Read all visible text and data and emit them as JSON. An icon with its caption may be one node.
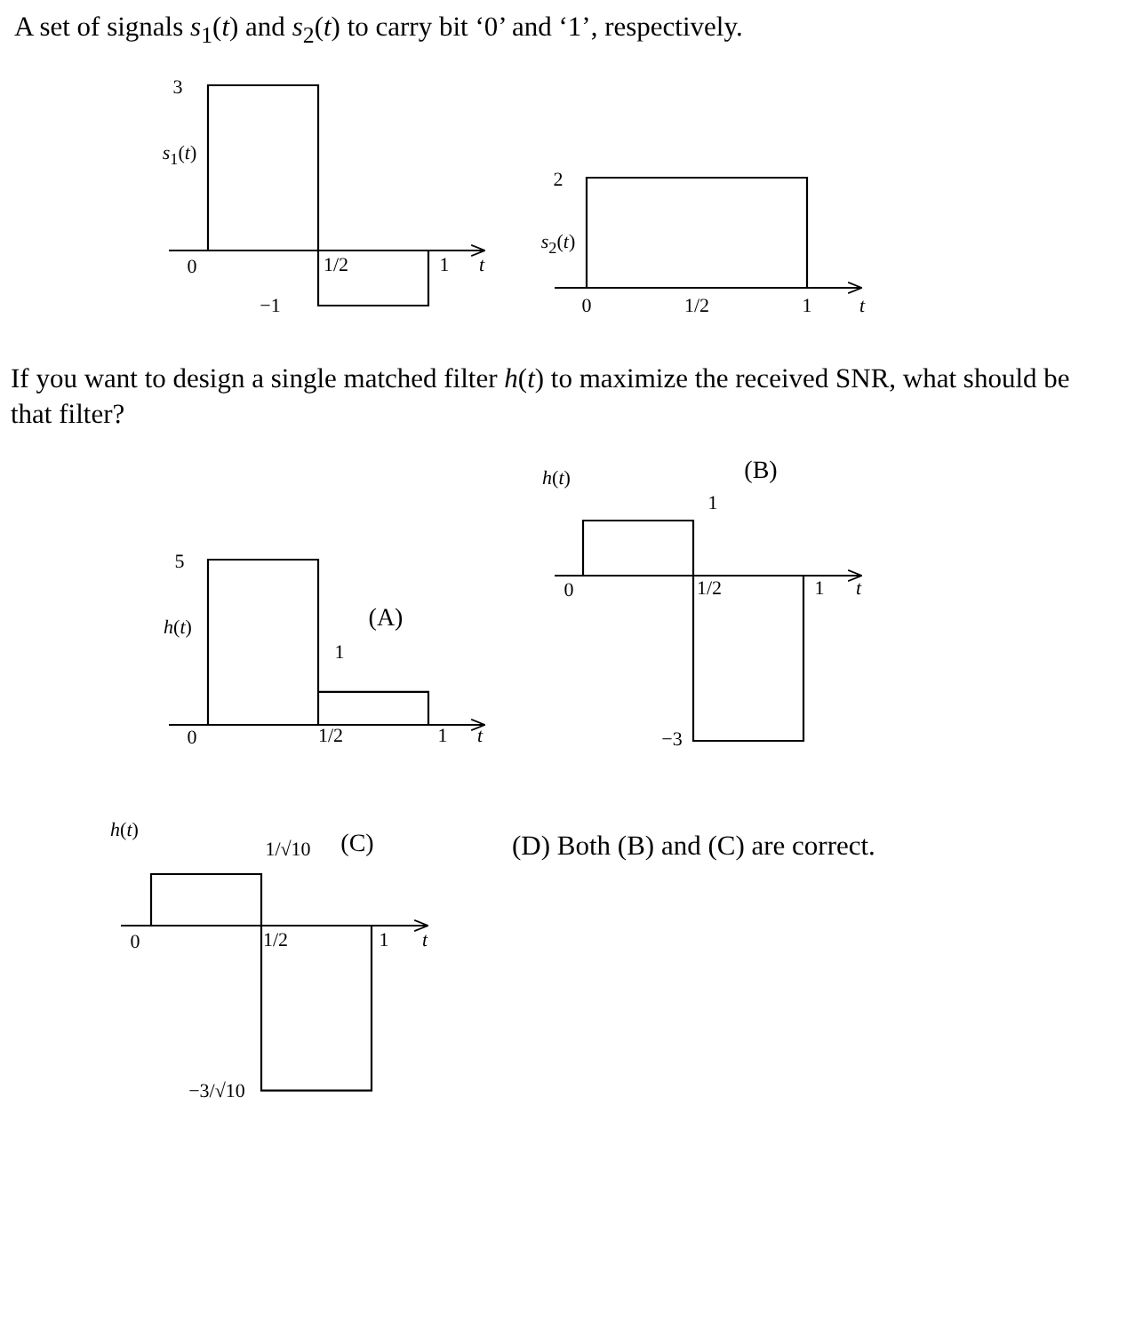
{
  "diagram": {
    "labels": [
      "A set of signals *s*$_{1}$(*t*) and *s*$_{2}$(*t*) to carry bit ‘0’ and ‘1’, respectively.",
      "3",
      "*s*$_{1}$(*t*)",
      "0",
      "1/2",
      "1",
      "t",
      "−1",
      "2",
      "*s*$_{2}$(*t*)",
      "0",
      "1/2",
      "1",
      "t",
      "If you want to design a single matched filter *h*(*t*) to maximize the received SNR, what should be that filter?",
      "*h*(*t*)",
      "(B)",
      "1",
      "0",
      "1/2",
      "1",
      "t",
      "−3",
      "5",
      "*h*(*t*)",
      "(A)",
      "1",
      "0",
      "1/2",
      "1",
      "t",
      "*h*(*t*)",
      "1/√10",
      "(C)",
      "0",
      "1/2",
      "1",
      "t",
      "−3/√10",
      "(D) Both (B) and (C) are correct."
    ]
  }
}
